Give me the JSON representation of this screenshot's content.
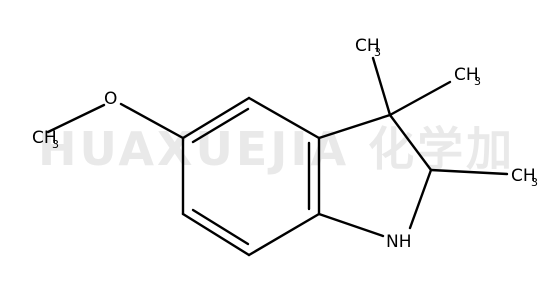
{
  "watermark": "HUAXUEJIA 化学加",
  "atoms": {
    "oxygen": "O",
    "nitrogen_h": "NH",
    "methyl_c_top": "CH",
    "methyl_sub_top": "3",
    "methyl_c_right": "CH",
    "methyl_sub_right": "3",
    "methyl_c_c2": "CH",
    "methyl_sub_c2": "3",
    "methoxy_c": "CH",
    "methoxy_sub": "3"
  },
  "colors": {
    "bond": "#000000",
    "text": "#000000",
    "watermark": "#e9e9e9"
  }
}
